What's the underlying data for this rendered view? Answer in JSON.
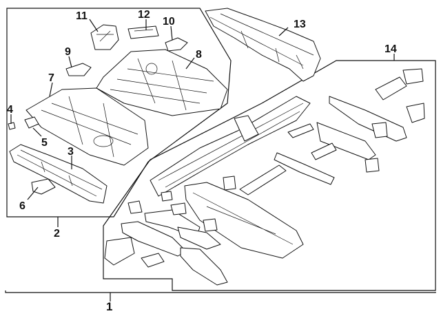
{
  "diagram": {
    "callouts": [
      {
        "id": "1",
        "text": "1"
      },
      {
        "id": "2",
        "text": "2"
      },
      {
        "id": "3",
        "text": "3"
      },
      {
        "id": "4",
        "text": "4"
      },
      {
        "id": "5",
        "text": "5"
      },
      {
        "id": "6",
        "text": "6"
      },
      {
        "id": "7",
        "text": "7"
      },
      {
        "id": "8",
        "text": "8"
      },
      {
        "id": "9",
        "text": "9"
      },
      {
        "id": "10",
        "text": "10"
      },
      {
        "id": "11",
        "text": "11"
      },
      {
        "id": "12",
        "text": "12"
      },
      {
        "id": "13",
        "text": "13"
      },
      {
        "id": "14",
        "text": "14"
      }
    ],
    "colors": {
      "line": "#111111",
      "background": "#ffffff"
    }
  }
}
